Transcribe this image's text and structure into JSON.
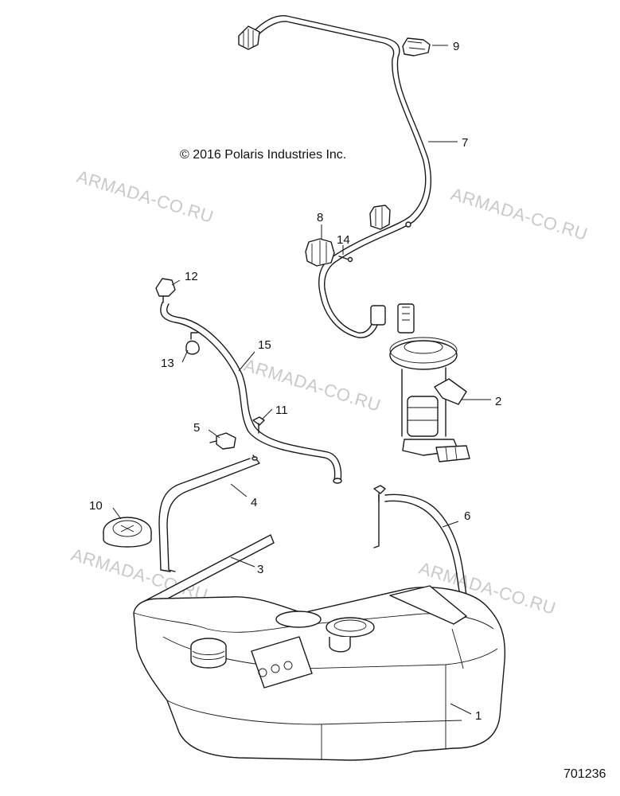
{
  "copyright": "© 2016 Polaris Industries Inc.",
  "diagram_id": "701236",
  "watermark": "ARMADA-CO.RU",
  "callouts": {
    "c1": "1",
    "c2": "2",
    "c3": "3",
    "c4": "4",
    "c5": "5",
    "c6": "6",
    "c7": "7",
    "c8": "8",
    "c9": "9",
    "c10": "10",
    "c11": "11",
    "c12": "12",
    "c13": "13",
    "c14": "14",
    "c15": "15"
  }
}
